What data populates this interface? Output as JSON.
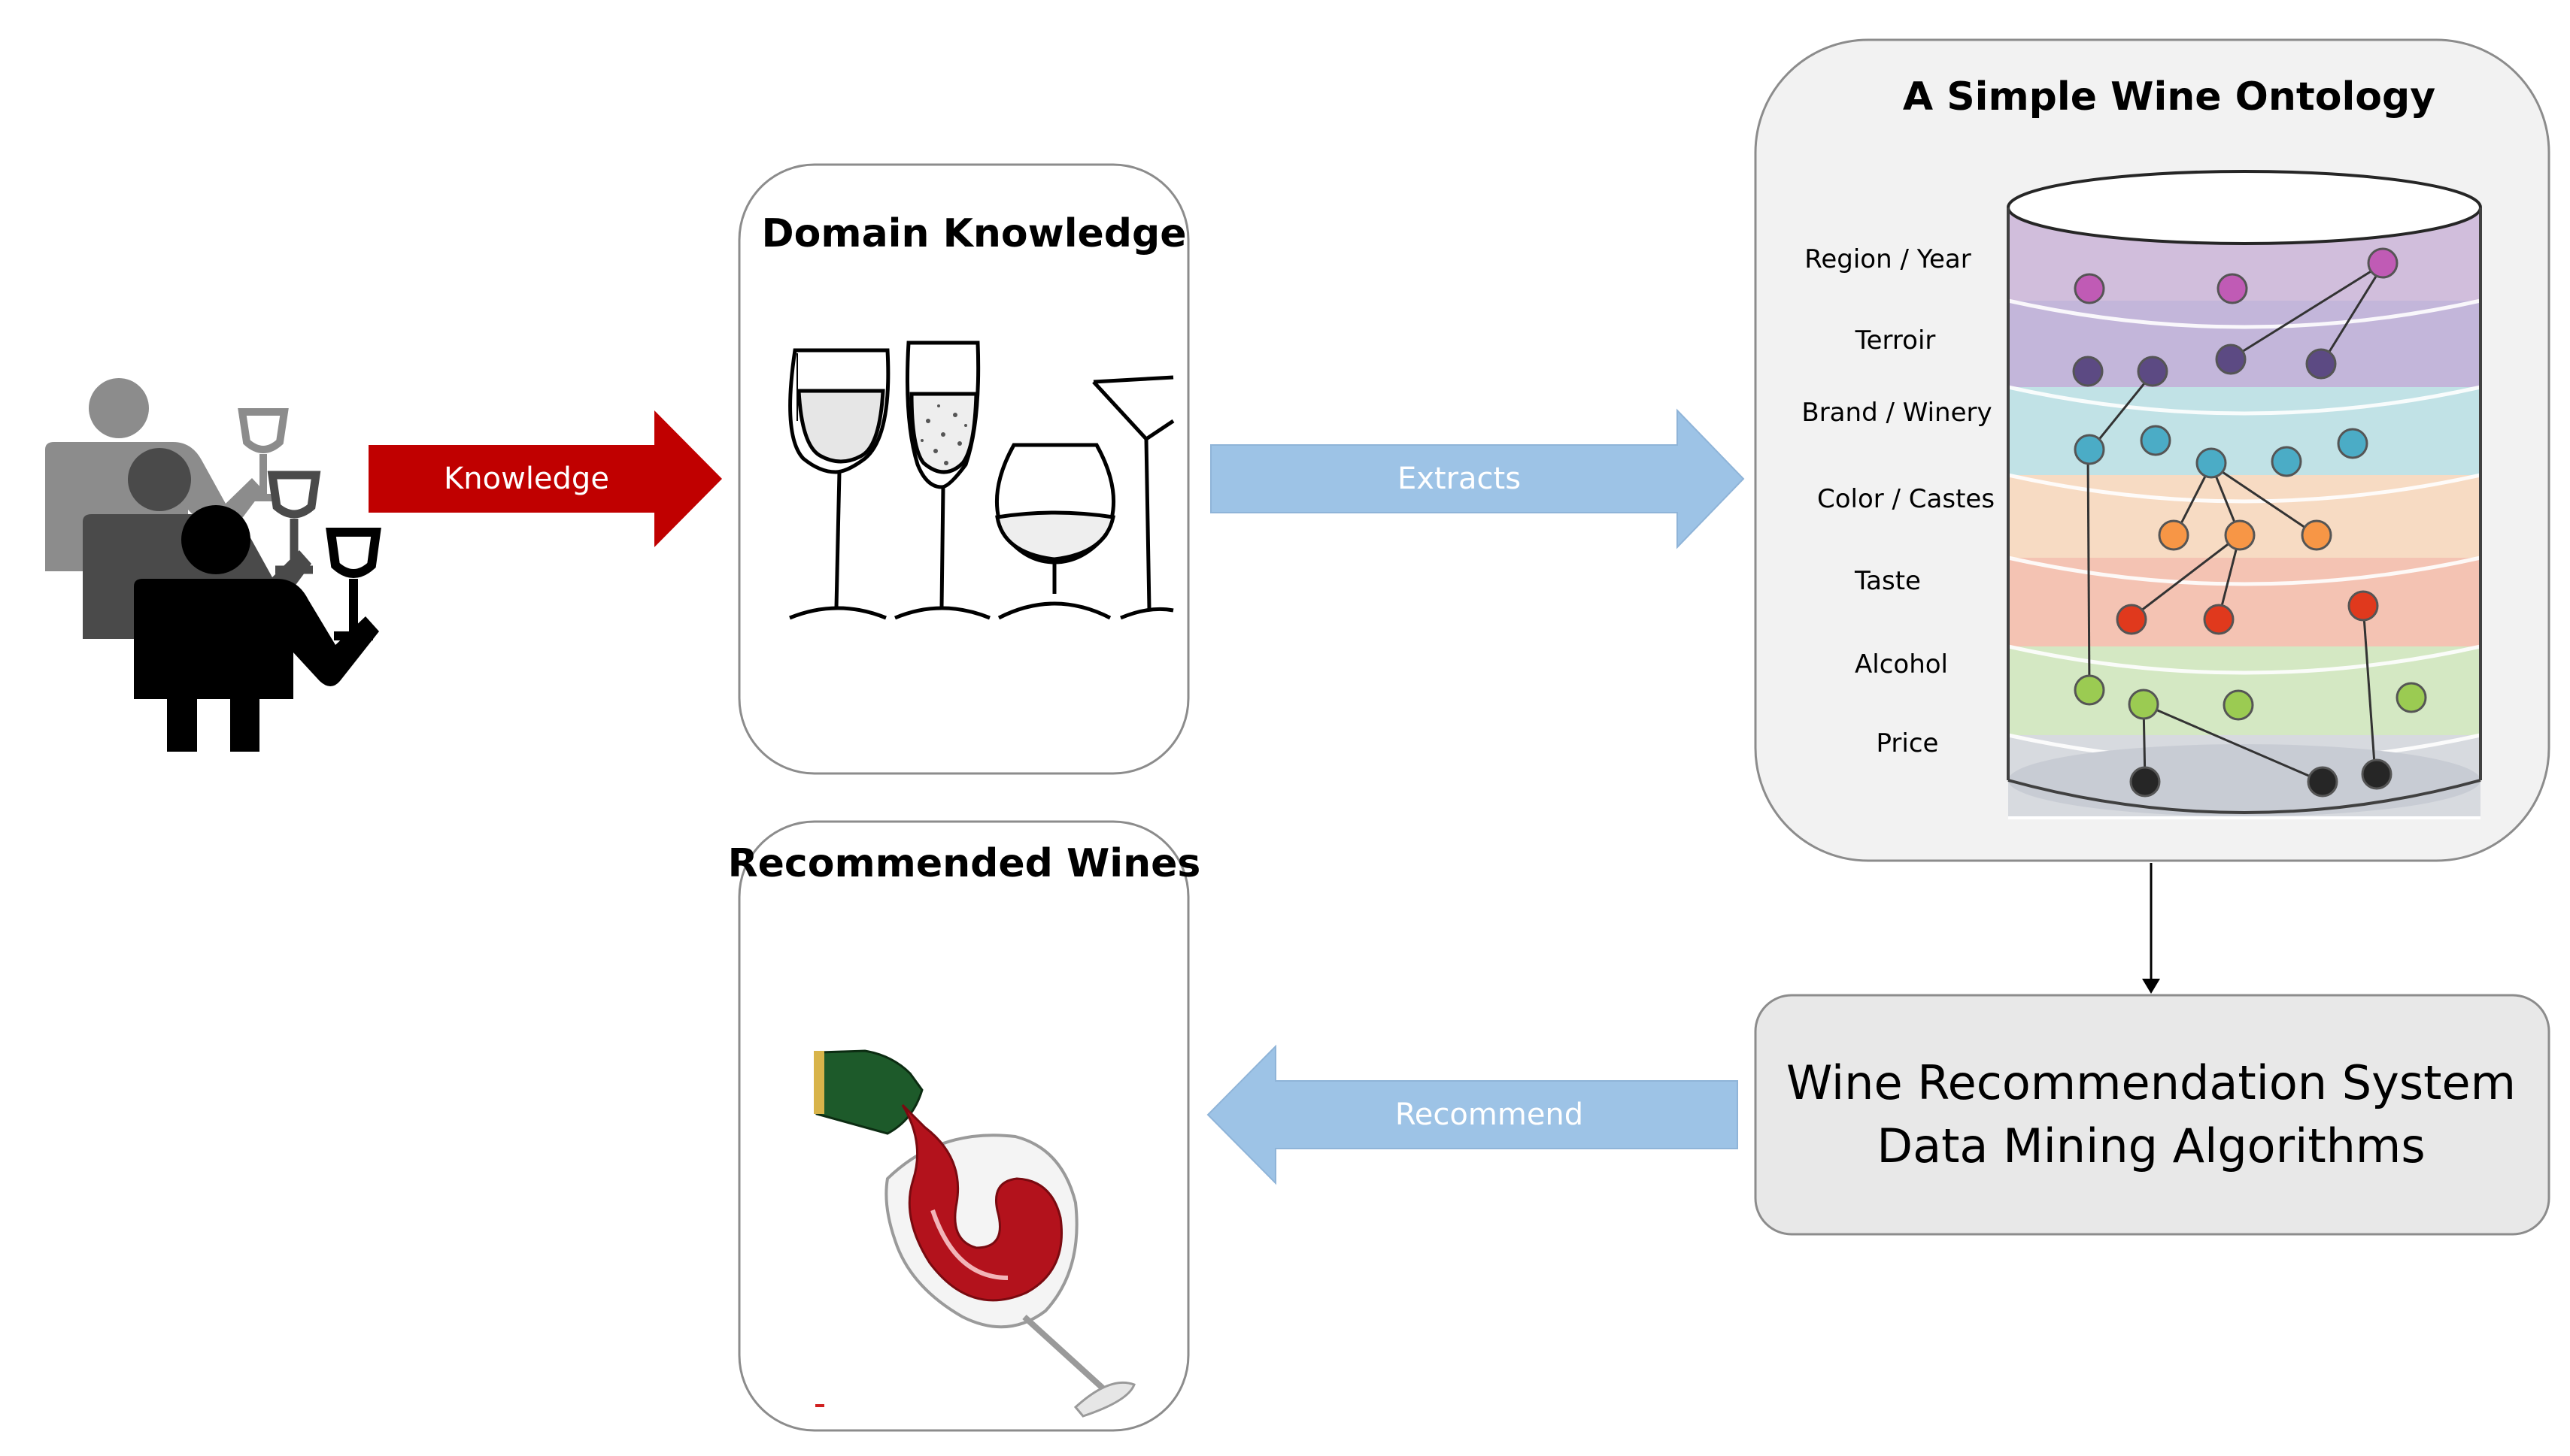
{
  "arrows": {
    "knowledge": "Knowledge",
    "extracts": "Extracts",
    "recommend": "Recommend"
  },
  "domain_box": {
    "title": "Domain  Knowledge"
  },
  "recommended_box": {
    "title": "Recommended Wines"
  },
  "ontology": {
    "title": "A Simple Wine Ontology",
    "layers": [
      {
        "label": "Region /  Year",
        "color": "#c9b3d6"
      },
      {
        "label": "Terroir",
        "color": "#b9a9d3"
      },
      {
        "label": "Brand / Winery",
        "color": "#b6dde2"
      },
      {
        "label": "Color / Castes",
        "color": "#f6d7bc"
      },
      {
        "label": "Taste",
        "color": "#f2b8a6"
      },
      {
        "label": "Alcohol",
        "color": "#cfe5bd"
      },
      {
        "label": "Price",
        "color": "#d3d6dc"
      }
    ]
  },
  "system_box": {
    "line1": "Wine Recommendation System",
    "line2": "Data Mining Algorithms"
  },
  "colors": {
    "knowledge_arrow": "#c00000",
    "blue_arrow": "#9dc3e6",
    "box_border": "#808080",
    "panel_fill": "#f2f2f2",
    "node_purple": "#c05bb5",
    "node_dark_purple": "#5c4a83",
    "node_teal": "#4bacc6",
    "node_orange": "#f79646",
    "node_red": "#e0391d",
    "node_green": "#9bcb52",
    "node_black": "#262626"
  }
}
